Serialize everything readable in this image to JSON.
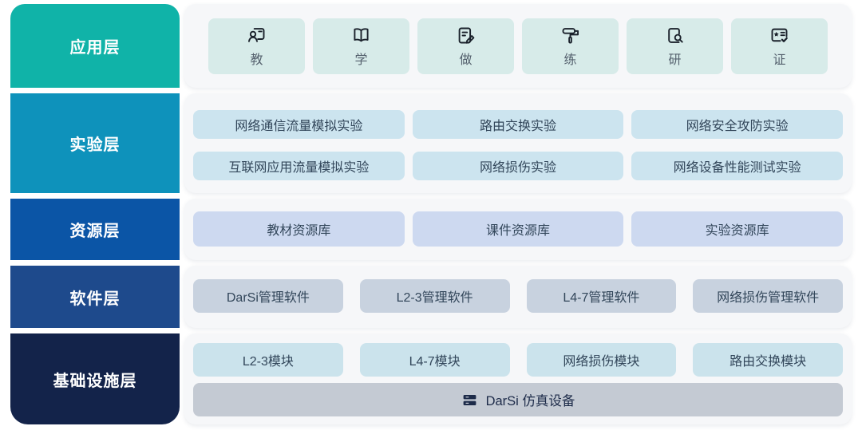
{
  "palette": {
    "card_bg": "#f6f7f9",
    "app_box_bg": "#d7ebe9",
    "experiment_box_bg": "#cce4ef",
    "resource_box_bg": "#cdd9f0",
    "software_box_bg": "#c8d2df",
    "module_box_bg": "#cbe3ec",
    "device_bar_bg": "#c4cad3",
    "device_text": "#1d2b49"
  },
  "layers": [
    {
      "label": "应用层",
      "color": "#10b3a8"
    },
    {
      "label": "实验层",
      "color": "#0e92bb"
    },
    {
      "label": "资源层",
      "color": "#0b55a6"
    },
    {
      "label": "软件层",
      "color": "#1e4a8c"
    },
    {
      "label": "基础设施层",
      "color": "#13234a"
    }
  ],
  "application": {
    "items": [
      {
        "icon": "teach-icon",
        "label": "教"
      },
      {
        "icon": "learn-icon",
        "label": "学"
      },
      {
        "icon": "do-icon",
        "label": "做"
      },
      {
        "icon": "practice-icon",
        "label": "练"
      },
      {
        "icon": "research-icon",
        "label": "研"
      },
      {
        "icon": "certify-icon",
        "label": "证"
      }
    ]
  },
  "experiment": {
    "rows": [
      [
        "网络通信流量模拟实验",
        "路由交换实验",
        "网络安全攻防实验"
      ],
      [
        "互联网应用流量模拟实验",
        "网络损伤实验",
        "网络设备性能测试实验"
      ]
    ]
  },
  "resource": {
    "items": [
      "教材资源库",
      "课件资源库",
      "实验资源库"
    ]
  },
  "software": {
    "items": [
      "DarSi管理软件",
      "L2-3管理软件",
      "L4-7管理软件",
      "网络损伤管理软件"
    ]
  },
  "infrastructure": {
    "modules": [
      "L2-3模块",
      "L4-7模块",
      "网络损伤模块",
      "路由交换模块"
    ],
    "device_label": "DarSi 仿真设备"
  }
}
